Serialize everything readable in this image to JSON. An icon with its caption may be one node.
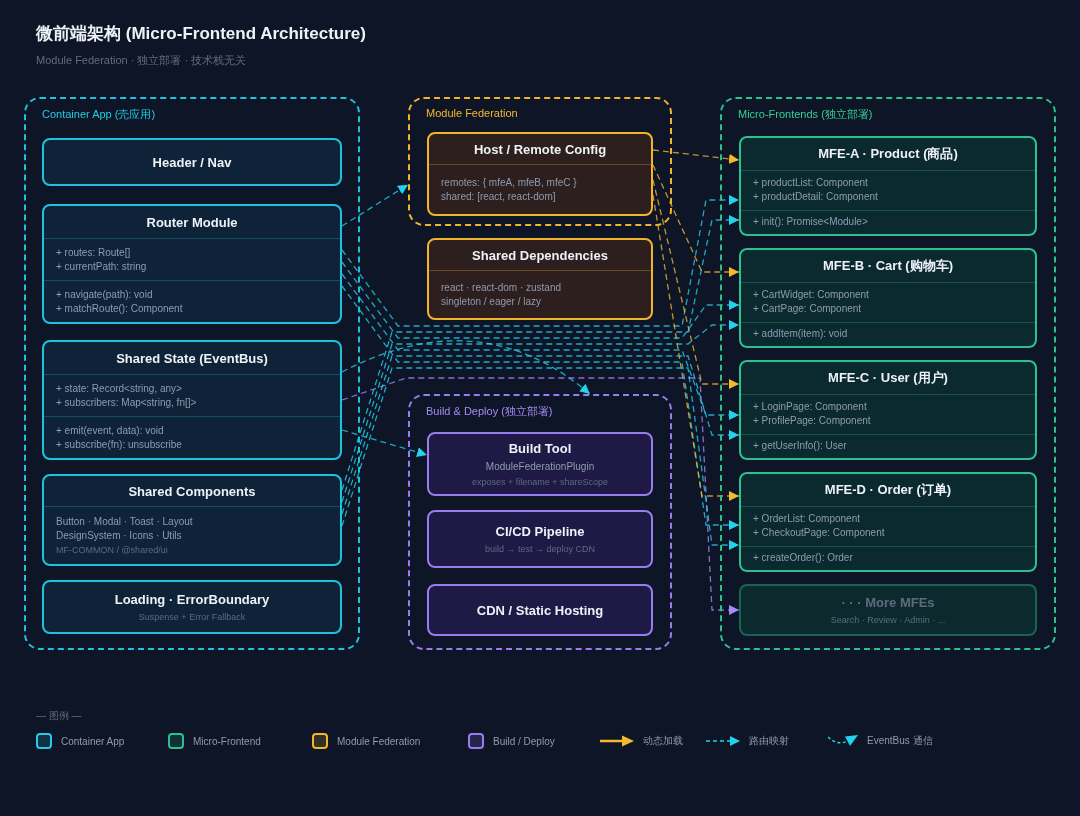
{
  "diagram": {
    "title": "微前端架构 (Micro-Frontend Architecture)",
    "nodes": [
      {
        "text": [
          "Container App (壳应用)"
        ]
      },
      {
        "text": [
          "Header / Nav"
        ],
        "in": 0
      },
      {
        "text": [
          "Router Module",
          "+ routes: Route[]",
          "+ currentPath: string",
          "+ navigate(path): void",
          "+ matchRoute(): Component"
        ],
        "in": 0
      },
      {
        "text": [
          "Shared State (EventBus)",
          "+ state: Record<string, any>",
          "+ subscribers: Map<string, fn[]>",
          "+ emit(event, data): void",
          "+ subscribe(fn): unsubscribe"
        ],
        "in": 0
      },
      {
        "text": [
          "Shared Components",
          "Button · Modal · Toast · Layout",
          "DesignSystem · Icons · Utils",
          "MF-COMMON / @shared/ui"
        ],
        "in": 0
      },
      {
        "text": [
          "Loading · ErrorBoundary",
          "Suspense + Error Fallback"
        ],
        "in": 0
      },
      {
        "text": [
          "Module Federation"
        ]
      },
      {
        "text": [
          "Host / Remote Config",
          "remotes: { mfeA, mfeB, mfeC }",
          "shared: [react, react-dom]"
        ],
        "in": 6
      },
      {
        "text": [
          "Shared Dependencies",
          "react · react-dom · zustand",
          "singleton / eager / lazy"
        ]
      },
      {
        "text": [
          "Build & Deploy (独立部署)"
        ]
      },
      {
        "text": [
          "Build Tool",
          "ModuleFederationPlugin",
          "exposes + filename + shareScope"
        ],
        "in": 9
      },
      {
        "text": [
          "CI/CD Pipeline",
          "build → test → deploy CDN"
        ],
        "in": 9
      },
      {
        "text": [
          "CDN / Static Hosting"
        ],
        "in": 9
      },
      {
        "text": [
          "Micro-Frontends (独立部署)"
        ]
      },
      {
        "text": [
          "MFE-A · Product (商品)",
          "+ productList: Component",
          "+ productDetail: Component",
          "+ init(): Promise<Module>"
        ],
        "in": 13
      },
      {
        "text": [
          "MFE-B · Cart (购物车)",
          "+ CartWidget: Component",
          "+ CartPage: Component",
          "+ addItem(item): void"
        ],
        "in": 13
      },
      {
        "text": [
          "MFE-C · User (用户)",
          "+ LoginPage: Component",
          "+ ProfilePage: Component",
          "+ getUserInfo(): User"
        ],
        "in": 13
      },
      {
        "text": [
          "MFE-D · Order (订单)",
          "+ OrderList: Component",
          "+ CheckoutPage: Component",
          "+ createOrder(): Order"
        ],
        "in": 13
      },
      {
        "text": [
          "· · · More MFEs",
          "Search · Review · Admin · ..."
        ],
        "in": 13
      }
    ],
    "edges": [
      {
        "from": 2,
        "to": 6,
        "arrow": "to",
        "style": "dashed"
      },
      {
        "from": 2,
        "to": 14,
        "arrow": "to",
        "style": "dashed"
      },
      {
        "from": 2,
        "to": 15,
        "arrow": "to",
        "style": "dashed"
      },
      {
        "from": 2,
        "to": 16,
        "arrow": "to",
        "style": "dashed"
      },
      {
        "from": 2,
        "to": 17,
        "arrow": "to",
        "style": "dashed"
      },
      {
        "from": 7,
        "to": 14,
        "arrow": "to",
        "style": "dashed",
        "color": "#f5b82e"
      },
      {
        "from": 7,
        "to": 15,
        "arrow": "to",
        "style": "dashed",
        "color": "#f5b82e"
      },
      {
        "from": 7,
        "to": 16,
        "arrow": "to",
        "style": "dashed",
        "color": "#f5b82e"
      },
      {
        "from": 7,
        "to": 17,
        "arrow": "to",
        "style": "dashed",
        "color": "#f5b82e"
      },
      {
        "from": 3,
        "to": 9,
        "arrow": "to",
        "style": "dashed"
      },
      {
        "from": 3,
        "to": 18,
        "arrow": "to",
        "style": "dashed",
        "color": "#a78bfa"
      },
      {
        "from": 3,
        "to": 10,
        "arrow": "to",
        "style": "dashed"
      },
      {
        "from": 4,
        "to": 14,
        "arrow": "to",
        "style": "dashed"
      },
      {
        "from": 4,
        "to": 15,
        "arrow": "to",
        "style": "dashed"
      },
      {
        "from": 4,
        "to": 16,
        "arrow": "to",
        "style": "dashed"
      },
      {
        "from": 4,
        "to": 17,
        "arrow": "to",
        "style": "dashed"
      }
    ],
    "labels": [
      "Module Federation · 独立部署 · 技术栈无关",
      "— 图例 —"
    ],
    "legend": [
      {
        "text": "Container App",
        "color": "#22cbe6"
      },
      {
        "text": "Micro-Frontend",
        "color": "#2cc08c"
      },
      {
        "text": "Module Federation",
        "color": "#f2b42a"
      },
      {
        "text": "Build / Deploy",
        "color": "#9a7cf0"
      },
      {
        "text": "动态加载"
      },
      {
        "text": "路由映射"
      },
      {
        "text": "EventBus 通信"
      }
    ]
  }
}
